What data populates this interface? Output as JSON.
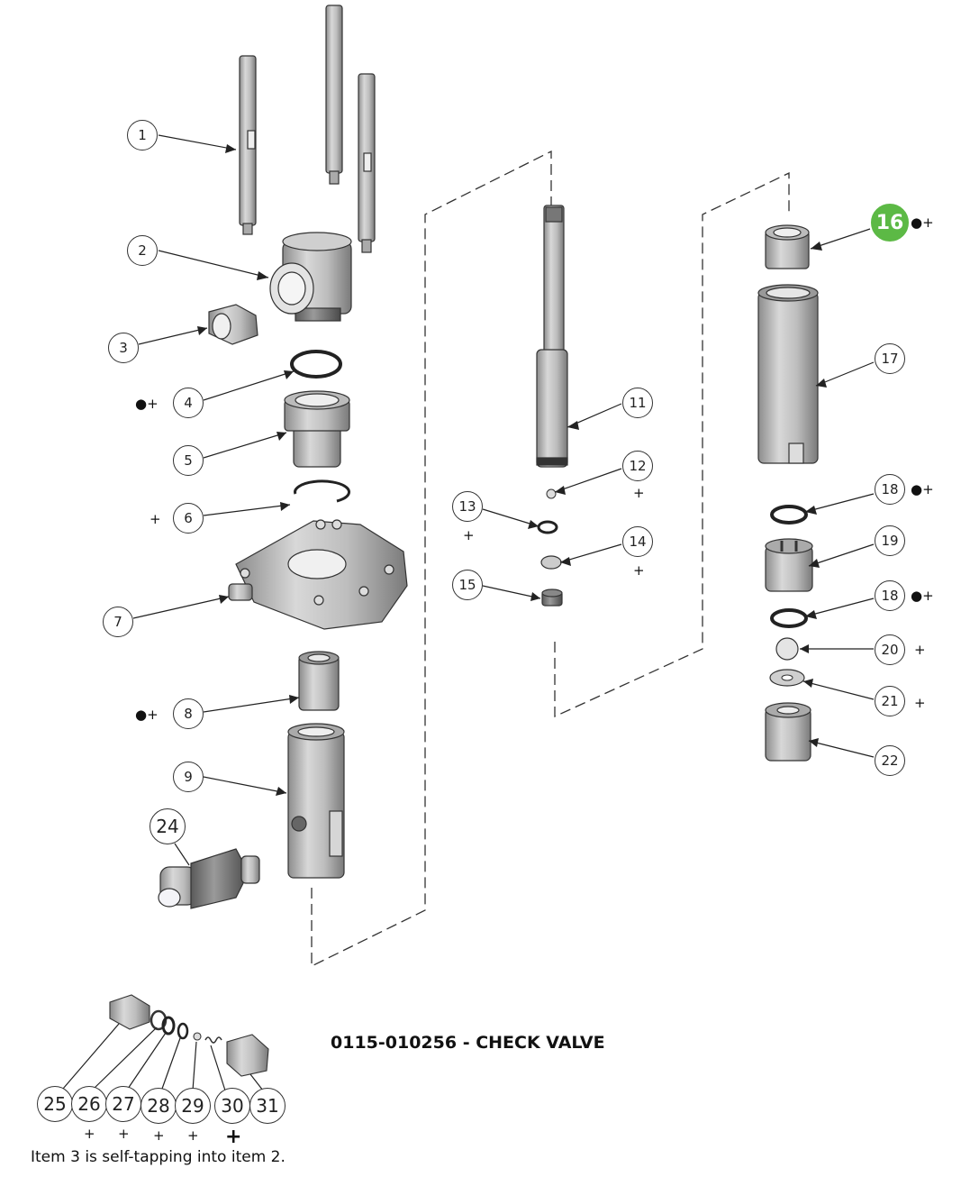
{
  "title": "0115-010256 - CHECK VALVE",
  "note": "Item 3 is self-tapping into item 2.",
  "highlight_color": "#5cb945",
  "callouts": [
    {
      "id": "c1",
      "label": "1",
      "marks": ""
    },
    {
      "id": "c2",
      "label": "2",
      "marks": ""
    },
    {
      "id": "c3",
      "label": "3",
      "marks": ""
    },
    {
      "id": "c4",
      "label": "4",
      "marks": "●+"
    },
    {
      "id": "c5",
      "label": "5",
      "marks": ""
    },
    {
      "id": "c6",
      "label": "6",
      "marks": "+"
    },
    {
      "id": "c7",
      "label": "7",
      "marks": ""
    },
    {
      "id": "c8",
      "label": "8",
      "marks": "●+"
    },
    {
      "id": "c9",
      "label": "9",
      "marks": ""
    },
    {
      "id": "c11",
      "label": "11",
      "marks": ""
    },
    {
      "id": "c12",
      "label": "12",
      "marks": "+"
    },
    {
      "id": "c13",
      "label": "13",
      "marks": "+"
    },
    {
      "id": "c14",
      "label": "14",
      "marks": "+"
    },
    {
      "id": "c15",
      "label": "15",
      "marks": ""
    },
    {
      "id": "c16",
      "label": "16",
      "marks": "●+"
    },
    {
      "id": "c17",
      "label": "17",
      "marks": ""
    },
    {
      "id": "c18a",
      "label": "18",
      "marks": "●+"
    },
    {
      "id": "c19",
      "label": "19",
      "marks": ""
    },
    {
      "id": "c18b",
      "label": "18",
      "marks": "●+"
    },
    {
      "id": "c20",
      "label": "20",
      "marks": "+"
    },
    {
      "id": "c21",
      "label": "21",
      "marks": "+"
    },
    {
      "id": "c22",
      "label": "22",
      "marks": ""
    },
    {
      "id": "c24",
      "label": "24",
      "marks": ""
    },
    {
      "id": "c25",
      "label": "25",
      "marks": ""
    },
    {
      "id": "c26",
      "label": "26",
      "marks": "+"
    },
    {
      "id": "c27",
      "label": "27",
      "marks": "+"
    },
    {
      "id": "c28",
      "label": "28",
      "marks": "+"
    },
    {
      "id": "c29",
      "label": "29",
      "marks": "+"
    },
    {
      "id": "c30",
      "label": "30",
      "marks": "+"
    },
    {
      "id": "c31",
      "label": "31",
      "marks": ""
    }
  ]
}
